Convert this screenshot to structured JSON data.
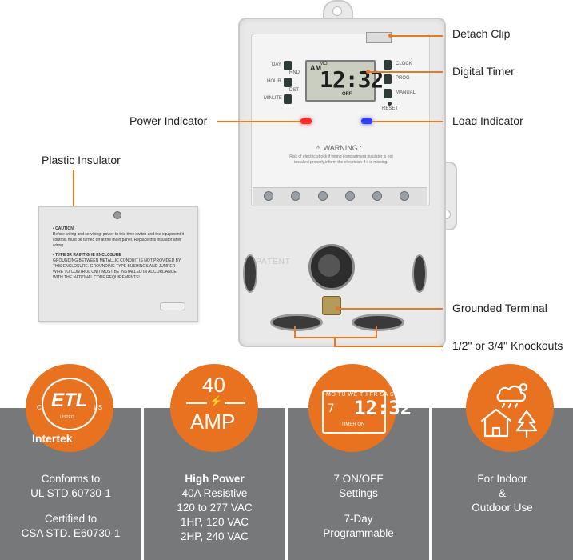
{
  "callouts": {
    "detach_clip": "Detach Clip",
    "digital_timer": "Digital Timer",
    "power_indicator": "Power Indicator",
    "load_indicator": "Load Indicator",
    "plastic_insulator": "Plastic Insulator",
    "grounded_terminal": "Grounded Terminal",
    "knockouts": "1/2\" or 3/4\" Knockouts"
  },
  "timer_panel": {
    "buttons_left": [
      "DAY",
      "HOUR",
      "MINUTE"
    ],
    "buttons_right": [
      "CLOCK",
      "PROG",
      "MANUAL"
    ],
    "small_labels": [
      "RND",
      "DST"
    ],
    "reset_label": "RESET",
    "lcd_am": "AM",
    "lcd_mo": "MO",
    "lcd_time": "12:32",
    "lcd_off": "OFF",
    "warning_title": "⚠ WARNING :",
    "warning_body": "Risk of electric shock if wiring compartment insulator is not installed properly,inform the electrician if it is missing.",
    "patent": "PATENT"
  },
  "insulator": {
    "caution_title": "CAUTION:",
    "caution_body": "Before wiring and servicing, power to this time switch and the equipment it controls must be turned off at the main panel. Replace this insulator after wiring.",
    "enclosure_title": "TYPE 3R RAINTIGHE ENCLOSURE",
    "enclosure_body": "GROUNDING BETWEEN METALLIC CONDUIT IS NOT PROVIDED BY THIS ENCLOSURE. GROUNDING TYPE BUSHINGS AND JUMPER WIRE TO CONTROL UNIT MUST BE INSTALLED IN ACCORDANCE WITH THE NATIONAL CODE REQUIREMENTS!"
  },
  "features": {
    "etl": {
      "logo_text": "ETL",
      "c_mark": "C",
      "us_mark": "US",
      "listed": "LISTED",
      "brand": "Intertek",
      "lines": [
        "Conforms to",
        "UL STD.60730-1",
        "",
        "Certified to",
        "CSA STD. E60730-1"
      ]
    },
    "amp": {
      "top": "40",
      "bottom": "AMP",
      "bolt": "⚡",
      "heading": "High Power",
      "lines": [
        "40A Resistive",
        "120 to 277 VAC",
        "1HP, 120 VAC",
        "2HP, 240 VAC"
      ]
    },
    "program": {
      "days": "MO TU WE TH FR SA SU",
      "seven": "7",
      "time": "12:32",
      "timer_on": "TIMER   ON",
      "lines": [
        "7 ON/OFF",
        "Settings",
        "",
        "7-Day",
        "Programmable"
      ]
    },
    "outdoor": {
      "lines": [
        "For Indoor",
        "&",
        "Outdoor Use"
      ]
    }
  },
  "colors": {
    "accent": "#e8721f",
    "band": "#77787a",
    "callout": "#e37b25",
    "power_led": "#ff2a2a",
    "load_led": "#2e3cff"
  }
}
